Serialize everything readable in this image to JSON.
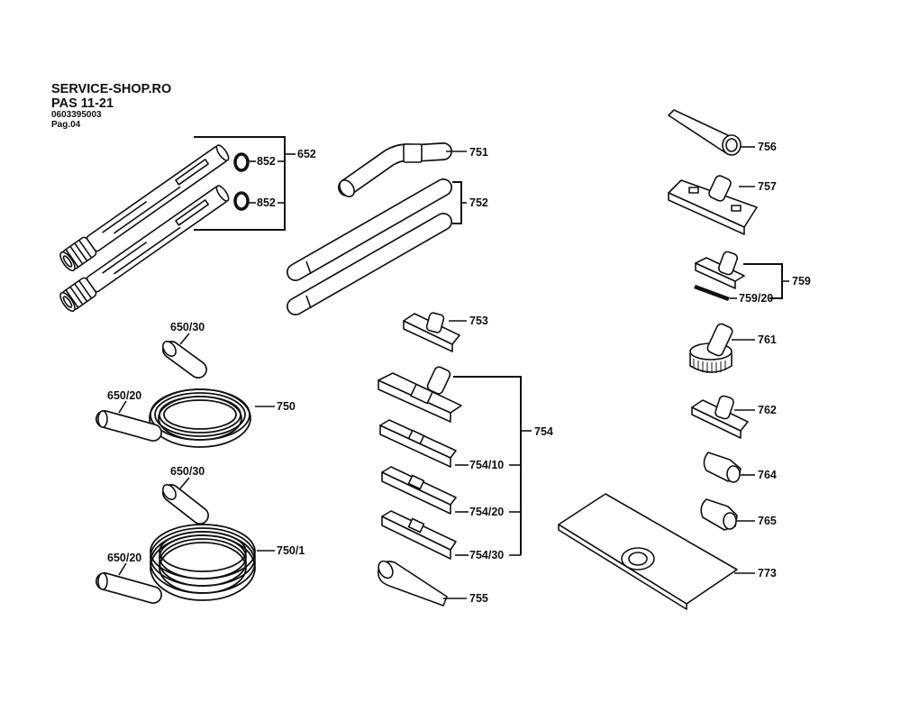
{
  "header": {
    "site": "SERVICE-SHOP.RO",
    "model": "PAS 11-21",
    "code": "0603395003",
    "page": "Pag.04"
  },
  "labels": {
    "l652": "652",
    "l852a": "852",
    "l852b": "852",
    "l751": "751",
    "l752": "752",
    "l756": "756",
    "l757": "757",
    "l759": "759",
    "l759_20": "759/20",
    "l753": "753",
    "l761": "761",
    "l650_30a": "650/30",
    "l650_20a": "650/20",
    "l750": "750",
    "l754": "754",
    "l762": "762",
    "l754_10": "754/10",
    "l764": "764",
    "l650_30b": "650/30",
    "l754_20": "754/20",
    "l765": "765",
    "l650_20b": "650/20",
    "l750_1": "750/1",
    "l754_30": "754/30",
    "l773": "773",
    "l755": "755"
  }
}
